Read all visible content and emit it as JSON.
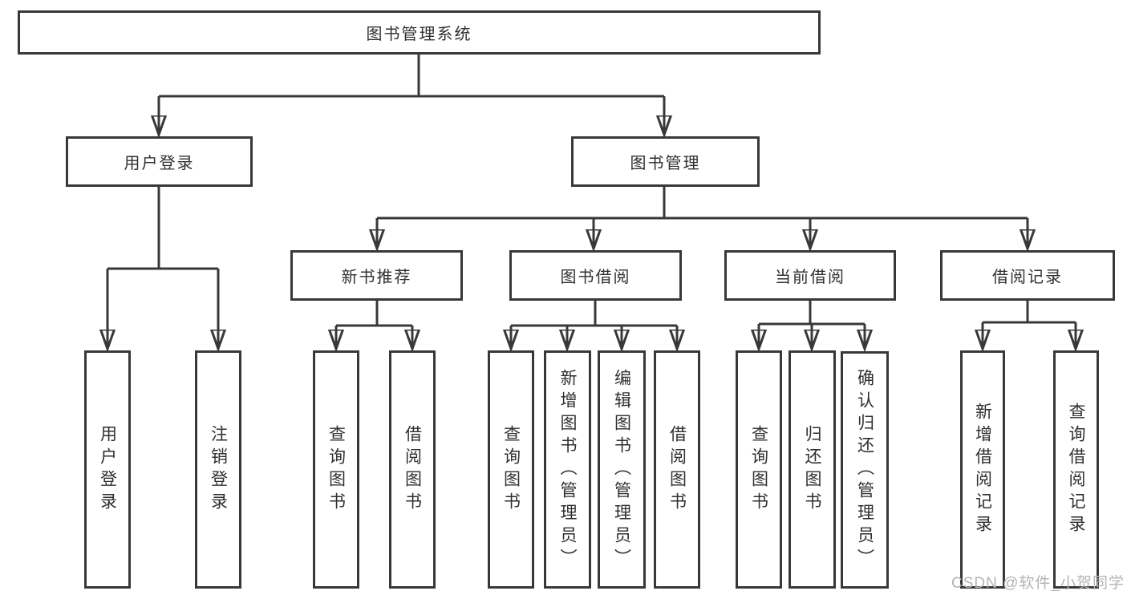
{
  "tree": {
    "label": "图书管理系统",
    "children": [
      {
        "label": "用户登录",
        "children": [
          {
            "label": "用户登录"
          },
          {
            "label": "注销登录"
          }
        ]
      },
      {
        "label": "图书管理",
        "children": [
          {
            "label": "新书推荐",
            "children": [
              {
                "label": "查询图书"
              },
              {
                "label": "借阅图书"
              }
            ]
          },
          {
            "label": "图书借阅",
            "children": [
              {
                "label": "查询图书"
              },
              {
                "label": "新增图书（管理员）"
              },
              {
                "label": "编辑图书（管理员）"
              },
              {
                "label": "借阅图书"
              }
            ]
          },
          {
            "label": "当前借阅",
            "children": [
              {
                "label": "查询图书"
              },
              {
                "label": "归还图书"
              },
              {
                "label": "确认归还（管理员）"
              }
            ]
          },
          {
            "label": "借阅记录",
            "children": [
              {
                "label": "新增借阅记录"
              },
              {
                "label": "查询借阅记录"
              }
            ]
          }
        ]
      }
    ]
  },
  "watermark": {
    "text": "CSDN @软件_小贺同学"
  },
  "colors": {
    "line": "#383838",
    "box_border": "#383838",
    "text": "#2f2f2f",
    "watermark": "#b4b4b6",
    "background": "#ffffff"
  }
}
